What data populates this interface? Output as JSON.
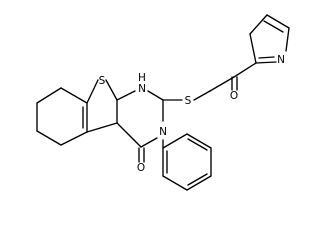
{
  "molecule": {
    "atoms": {
      "s_thiophene": "S",
      "nh": "N",
      "nh_h": "H",
      "s_thioether": "S",
      "o_ketone": "O",
      "n_pyrrole": "N",
      "n_amide": "N",
      "o_amide": "O"
    },
    "colors": {
      "bond": "#000000",
      "label": "#000000",
      "background": "#ffffff"
    }
  }
}
